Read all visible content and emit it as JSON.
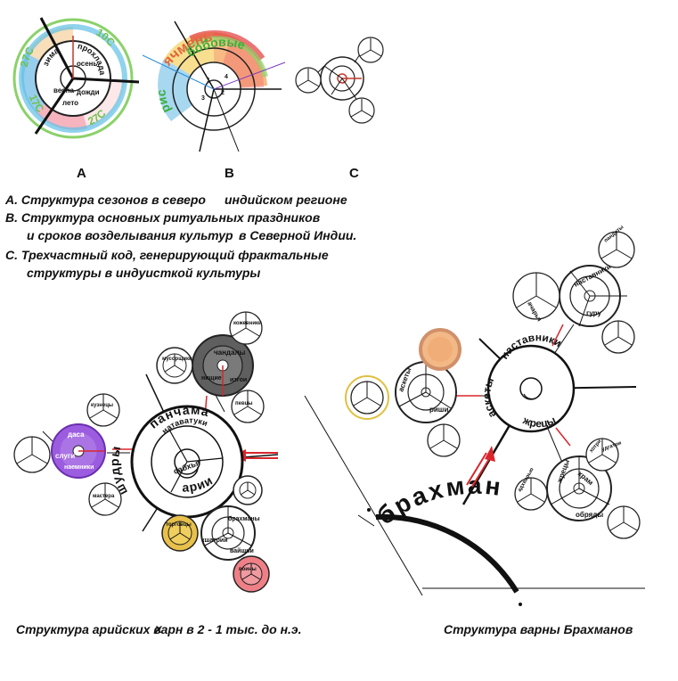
{
  "figure_labels": [
    "A",
    "B",
    "C"
  ],
  "legend": [
    "A. Структура  сезонов в северо",
    "индийском регионе",
    "B. Структура  основных ритуальных праздников",
    "и сроков возделывания культур",
    "в Северной Индии.",
    "C. Трехчастный код, генерирующий фрактальные",
    "структуры в индуисткой культуры"
  ],
  "fig_a": {
    "temps": [
      "10C",
      "27C",
      "27C",
      "17C"
    ],
    "seasons": [
      "зима",
      "весна",
      "лето",
      "дожди",
      "осень",
      "прохлада"
    ]
  },
  "fig_b": {
    "crops": [
      "ячмень",
      "бобовые",
      "рис"
    ],
    "numbers": [
      "1",
      "2",
      "3",
      "4"
    ]
  },
  "arya": {
    "center_top": "панчама",
    "center_mid": "натаватуки",
    "center_left": "шудры",
    "center_bottom": "арии",
    "center_inner": "сабхья",
    "left_circle": [
      "даса",
      "слуги",
      "наемники"
    ],
    "left_small": [
      "кузнецы",
      "мастера"
    ],
    "top_dark": [
      "чандалы",
      "нищие",
      "изгои"
    ],
    "top_small": [
      "мусорщики",
      "кожевники",
      "певцы"
    ],
    "right_small": [
      "брахманы",
      "кшатрии",
      "вайшьи"
    ],
    "yellow": "торговцы",
    "pink": "воины",
    "caption_main": "Структура арийск",
    "caption_suffix": "их варн в 2 - 1 тыс. до н.э.",
    "caption_overlay": "х"
  },
  "brahman": {
    "title": "брахман",
    "center_top": "наставники",
    "center_left": "аскеты",
    "center_bottom": "жрецы",
    "left_circle": [
      "аскеты",
      "риши"
    ],
    "top_right": [
      "наставники",
      "гуру"
    ],
    "top_right_small": [
      "ачарья",
      "пандиты"
    ],
    "bottom_right": [
      "жрецы",
      "храм",
      "обряды"
    ],
    "bottom_right_small": [
      "хотри",
      "удгатри",
      "адхварью"
    ],
    "caption": "Структура варны Брахманов"
  }
}
